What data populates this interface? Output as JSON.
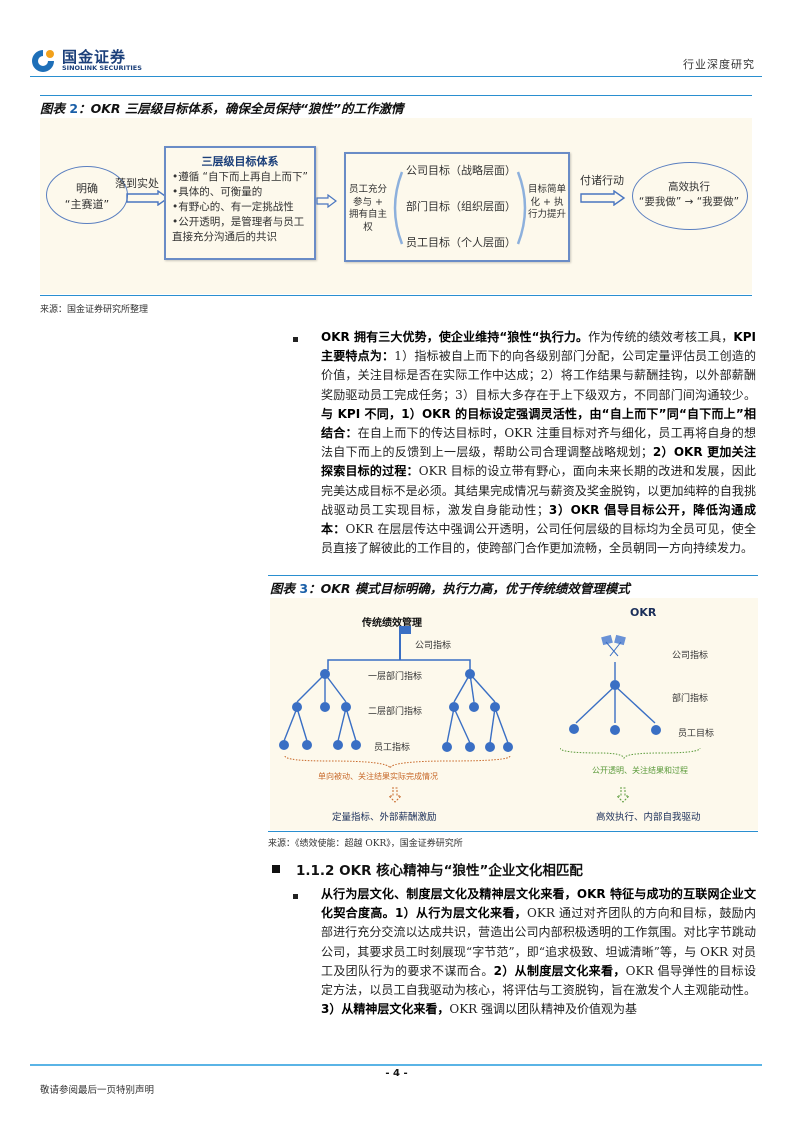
{
  "header": {
    "logo_cn": "国金证券",
    "logo_en": "SINOLINK SECURITIES",
    "category": "行业深度研究"
  },
  "figure2": {
    "title_prefix": "图表 ",
    "number": "2",
    "title_text": "：OKR 三层级目标体系，确保全员保持“狼性”的工作激情",
    "oval_left": {
      "line1": "明确",
      "line2": "“主赛道”"
    },
    "arrow1_label": "落到实处",
    "box1": {
      "title": "三层级目标体系",
      "items": [
        "•遵循 “自下而上再自上而下”",
        "•具体的、可衡量的",
        "•有野心的、有一定挑战性",
        "•公开透明，是管理者与员工直接充分沟通后的共识"
      ]
    },
    "box2": {
      "left_note": "员工充分参与 + 拥有自主权",
      "levels": [
        "公司目标（战略层面）",
        "部门目标（组织层面）",
        "员工目标（个人层面）"
      ],
      "right_note": "目标简单化 + 执行力提升"
    },
    "arrow3_label": "付诸行动",
    "oval_right": {
      "line1": "高效执行",
      "line2": "“要我做” → “我要做”"
    },
    "source": "来源：国金证券研究所整理"
  },
  "paragraph1": {
    "segments": [
      {
        "b": true,
        "t": "OKR 拥有三大优势，使企业维持“狼性“执行力。"
      },
      {
        "b": false,
        "t": "作为传统的绩效考核工具，"
      },
      {
        "b": true,
        "t": "KPI 主要特点为："
      },
      {
        "b": false,
        "t": "1）指标被自上而下的向各级别部门分配，公司定量评估员工创造的价值，关注目标是否在实际工作中达成；2）将工作结果与薪酬挂钩，以外部薪酬奖励驱动员工完成任务；3）目标大多存在于上下级双方，不同部门间沟通较少。"
      },
      {
        "b": true,
        "t": "与 KPI 不同，1）OKR 的目标设定强调灵活性，由“自上而下”同“自下而上”相结合："
      },
      {
        "b": false,
        "t": "在自上而下的传达目标时，OKR 注重目标对齐与细化，员工再将自身的想法自下而上的反馈到上一层级，帮助公司合理调整战略规划；"
      },
      {
        "b": true,
        "t": "2）OKR 更加关注探索目标的过程："
      },
      {
        "b": false,
        "t": "OKR 目标的设立带有野心，面向未来长期的改进和发展，因此完美达成目标不是必须。其结果完成情况与薪资及奖金脱钩，以更加纯粹的自我挑战驱动员工实现目标，激发自身能动性；"
      },
      {
        "b": true,
        "t": "3）OKR 倡导目标公开，降低沟通成本："
      },
      {
        "b": false,
        "t": "OKR 在层层传达中强调公开透明，公司任何层级的目标均为全员可见，使全员直接了解彼此的工作目的，使跨部门合作更加流畅，全员朝同一方向持续发力。"
      }
    ]
  },
  "figure3": {
    "title_prefix": "图表 ",
    "number": "3",
    "title_text": "：OKR 模式目标明确，执行力高，优于传统绩效管理模式",
    "left": {
      "heading": "传统绩效管理",
      "level1": "公司指标",
      "level2": "一层部门指标",
      "level3": "二层部门指标",
      "level4": "员工指标",
      "summary": "单向被动、关注结果实际完成情况",
      "result": "定量指标、外部薪酬激励"
    },
    "right": {
      "heading": "OKR",
      "level1": "公司指标",
      "level2": "部门指标",
      "level3": "员工目标",
      "summary": "公开透明、关注结果和过程",
      "result": "高效执行、内部自我驱动"
    },
    "source": "来源：《绩效使能：超越 OKR》，国金证券研究所",
    "colors": {
      "node": "#3a6fc4",
      "left_summary": "#c8692a",
      "right_summary": "#5a9a3a"
    }
  },
  "section": {
    "heading": "1.1.2 OKR 核心精神与“狼性”企业文化相匹配"
  },
  "paragraph2": {
    "segments": [
      {
        "b": true,
        "t": "从行为层文化、制度层文化及精神层文化来看，OKR 特征与成功的互联网企业文化契合度高。1）从行为层文化来看，"
      },
      {
        "b": false,
        "t": "OKR 通过对齐团队的方向和目标，鼓励内部进行充分交流以达成共识，营造出公司内部积极透明的工作氛围。对比字节跳动公司，其要求员工时刻展现“字节范”，即“追求极致、坦诚清晰”等，与 OKR 对员工及团队行为的要求不谋而合。"
      },
      {
        "b": true,
        "t": "2）从制度层文化来看，"
      },
      {
        "b": false,
        "t": "OKR 倡导弹性的目标设定方法，以员工自我驱动为核心，将评估与工资脱钩，旨在激发个人主观能动性。"
      },
      {
        "b": true,
        "t": "3）从精神层文化来看，"
      },
      {
        "b": false,
        "t": "OKR 强调以团队精神及价值观为基"
      }
    ]
  },
  "footer": {
    "page": "- 4 -",
    "disclaimer": "敬请参阅最后一页特别声明"
  }
}
